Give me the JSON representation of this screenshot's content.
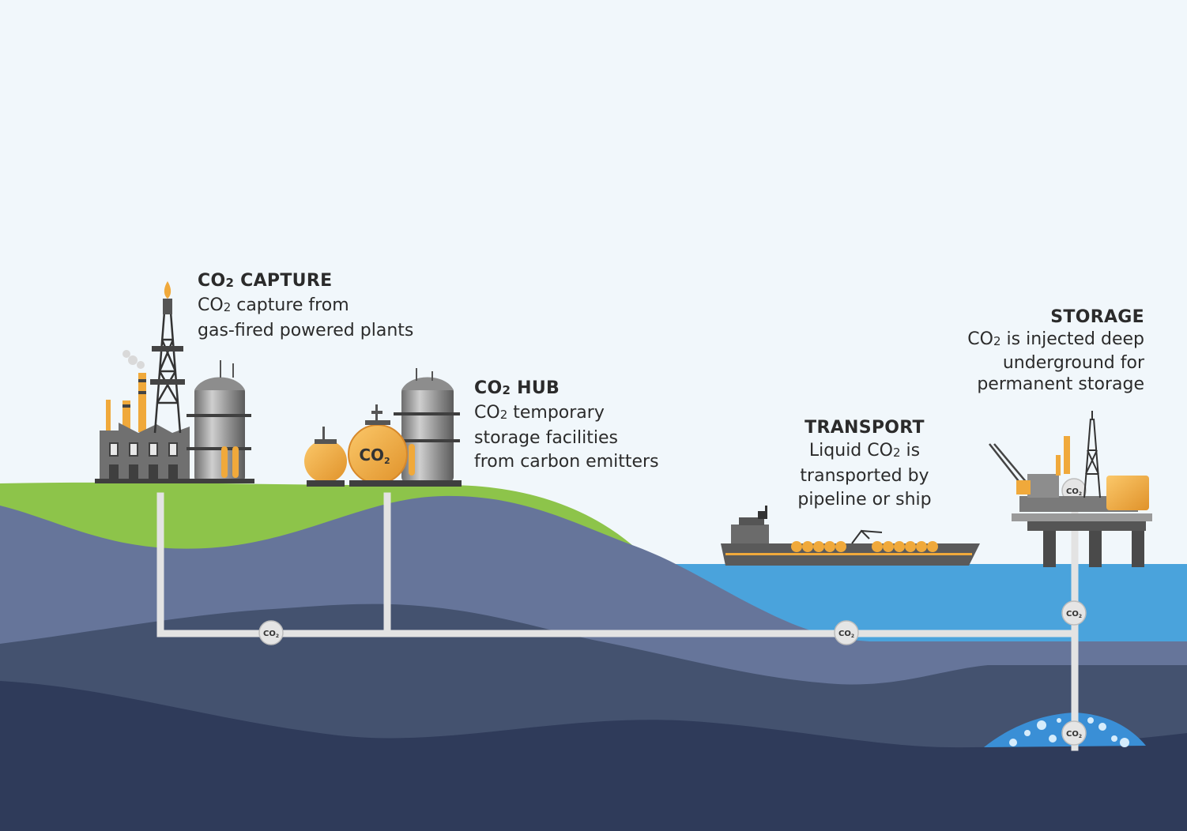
{
  "labels": {
    "capture": {
      "title_prefix": "CO",
      "title_sub": "2",
      "title_suffix": " CAPTURE",
      "line1_prefix": "CO",
      "line1_sub": "2",
      "line1_suffix": " capture from",
      "line2": "gas-fired powered plants"
    },
    "hub": {
      "title_prefix": "CO",
      "title_sub": "2",
      "title_suffix": " HUB",
      "line1_prefix": "CO",
      "line1_sub": "2",
      "line1_suffix": " temporary",
      "line2": "storage facilities",
      "line3": "from carbon emitters"
    },
    "transport": {
      "title": "TRANSPORT",
      "line1_prefix": "Liquid CO",
      "line1_sub": "2",
      "line1_suffix": " is",
      "line2": "transported by",
      "line3": "pipeline or ship"
    },
    "storage": {
      "title": "STORAGE",
      "line1_prefix": "CO",
      "line1_sub": "2",
      "line1_suffix": " is injected deep",
      "line2": "underground for",
      "line3": "permanent storage"
    }
  },
  "markers": {
    "co2": "CO",
    "co2_sub": "2"
  },
  "colors": {
    "sky": "#f1f7fb",
    "grass": "#8dc44a",
    "sea": "#4aa3dc",
    "layer1": "#66759a",
    "layer2": "#44526f",
    "layer3": "#2f3b5a",
    "pipe": "#e3e3e3",
    "accent_orange": "#f0a93b"
  }
}
